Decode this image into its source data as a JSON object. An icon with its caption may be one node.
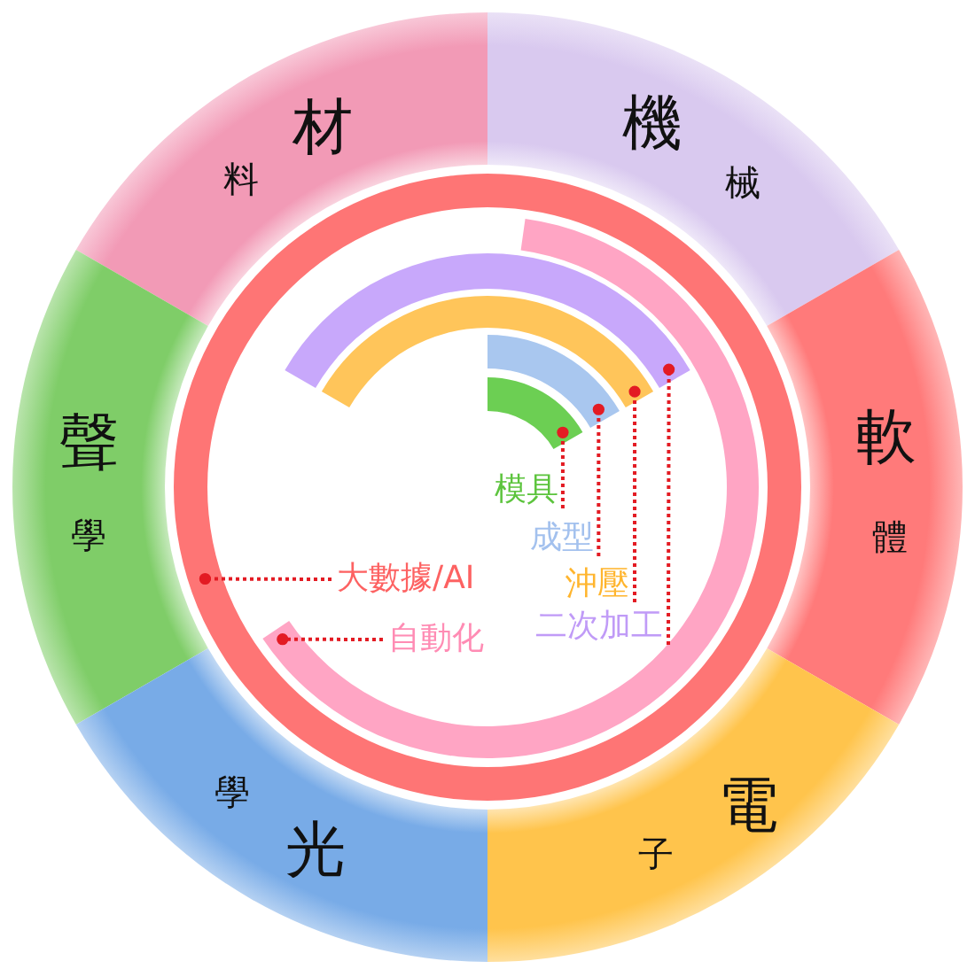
{
  "diagram": {
    "nodes": [
      {
        "text": [
          "材",
          "料"
        ]
      },
      {
        "text": [
          "機",
          "械"
        ]
      },
      {
        "text": [
          "聲",
          "學"
        ]
      },
      {
        "text": [
          "軟",
          "體"
        ]
      },
      {
        "text": [
          "光",
          "學"
        ]
      },
      {
        "text": [
          "電",
          "子"
        ]
      },
      {
        "text": [],
        "shape": "ring"
      },
      {
        "text": [],
        "shape": "arc",
        "in": 6
      },
      {
        "text": [],
        "shape": "arc",
        "in": 6
      },
      {
        "text": [],
        "shape": "arc",
        "in": 6
      },
      {
        "text": [],
        "shape": "arc",
        "in": 6
      },
      {
        "text": [],
        "shape": "arc",
        "in": 6
      },
      {
        "text": [
          "模具"
        ],
        "in": 6
      },
      {
        "text": [
          "成型"
        ],
        "in": 6
      },
      {
        "text": [
          "大數據/AI"
        ],
        "in": 6
      },
      {
        "text": [
          "沖壓"
        ],
        "in": 6
      },
      {
        "text": [
          "二次加工"
        ],
        "in": 6
      },
      {
        "text": [
          "自動化"
        ],
        "in": 6
      }
    ],
    "edges": [
      {
        "from": 12,
        "to": 11,
        "arrow": "other"
      },
      {
        "from": 13,
        "to": 10,
        "arrow": "other"
      },
      {
        "from": 14,
        "to": 6,
        "arrow": "other"
      },
      {
        "from": 15,
        "to": 9,
        "arrow": "other"
      },
      {
        "from": 16,
        "to": 8,
        "arrow": "other"
      },
      {
        "from": 17,
        "to": 7,
        "arrow": "other"
      }
    ]
  }
}
